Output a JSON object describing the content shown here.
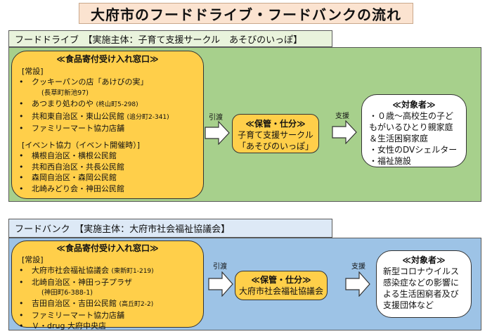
{
  "title": "大府市のフードドライブ・フードバンクの流れ",
  "food_drive": {
    "tab_label": "フードドライブ　【実施主体：子育て支援サークル　あそびのいっぽ】",
    "donor": {
      "heading": "≪食品寄付受け入れ窓口≫",
      "permanent_label": "[常設]",
      "permanent_items": [
        {
          "text": "クッキーパンの店「あけびの実」",
          "note": ""
        },
        {
          "text": "(長草町新池97)",
          "note": "",
          "sub": true
        },
        {
          "text": "あつまり処わのや",
          "note": "(柊山町5-298)"
        },
        {
          "text": "共和東自治区・東山公民館",
          "note": "(追分町2-341)"
        },
        {
          "text": "ファミリーマート協力店舗",
          "note": ""
        }
      ],
      "event_label": "[イベント協力（イベント開催時）]",
      "event_items": [
        "横根自治区・横根公民館",
        "共和西自治区・共長公民館",
        "森岡自治区・森岡公民館",
        "北崎みどり会・神田公民館"
      ]
    },
    "transfer_label": "引渡",
    "manage": {
      "heading": "≪保管・仕分≫",
      "line1": "子育て支援サークル",
      "line2": "「あそびのいっぽ」"
    },
    "support_label": "支援",
    "target": {
      "heading": "≪対象者≫",
      "lines": [
        "・０歳～高校生の子ど",
        "もがいるひとり親家庭",
        "＆生活困窮家庭",
        "・女性のDVシェルター",
        "・福祉施設"
      ]
    }
  },
  "food_bank": {
    "tab_label": "フードバンク　【実施主体：大府市社会福祉協議会】",
    "donor": {
      "heading": "≪食品寄付受け入れ窓口≫",
      "permanent_label": "[常設]",
      "items": [
        {
          "text": "大府市社会福祉協議会",
          "note": "(東新町1-219)"
        },
        {
          "text": "北崎自治区・神田っ子プラザ",
          "note": ""
        },
        {
          "text": "(神田町6-388-1)",
          "note": "",
          "sub": true
        },
        {
          "text": "吉田自治区・吉田公民館",
          "note": "(高丘町2-2)"
        },
        {
          "text": "ファミリーマート協力店舗",
          "note": ""
        },
        {
          "text": "Ｖ・drug 大府中央店",
          "note": ""
        }
      ]
    },
    "transfer_label": "引渡",
    "manage": {
      "heading": "≪保管・仕分≫",
      "line1": "大府市社会福祉協議会"
    },
    "support_label": "支援",
    "target": {
      "heading": "≪対象者≫",
      "lines": [
        "新型コロナウイルス",
        "感染症などの影響に",
        "よる生活困窮者及び",
        "支援団体など"
      ]
    }
  },
  "colors": {
    "title_bg": "#fbe3d0",
    "drive_tab_bg": "#e9f3dc",
    "drive_panel_bg": "#a7d08c",
    "bank_tab_bg": "#dde9f6",
    "bank_panel_bg": "#9dc3e6",
    "box_yellow": "#ffcf4a"
  }
}
